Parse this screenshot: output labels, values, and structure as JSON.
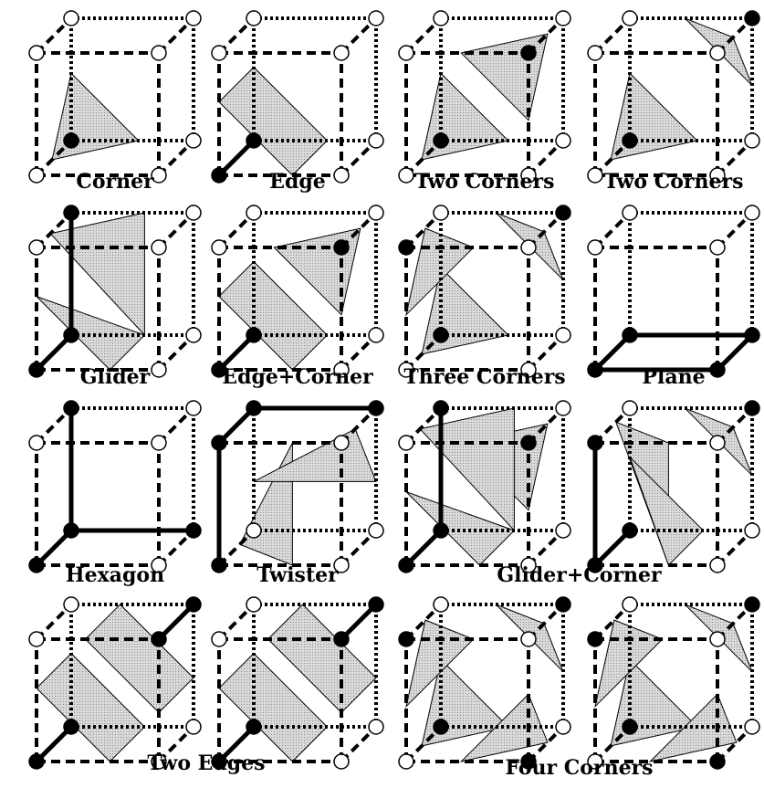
{
  "figure": {
    "colors": {
      "background": "#ffffff",
      "edge": "#000000",
      "patch_fill": "#c8c8c8",
      "vertex_filled": "#000000",
      "vertex_empty": "#ffffff"
    },
    "vertex_order": [
      "front-bottom-left",
      "front-bottom-right",
      "front-top-left",
      "front-top-right",
      "back-bottom-left",
      "back-bottom-right",
      "back-top-left",
      "back-top-right"
    ],
    "cases": [
      {
        "label": "Corner",
        "filled_vertices": [
          4
        ]
      },
      {
        "label": "Edge",
        "filled_vertices": [
          0,
          4
        ]
      },
      {
        "label": "Two Corners",
        "filled_vertices": [
          4,
          3
        ]
      },
      {
        "label": "Two Corners",
        "filled_vertices": [
          4,
          7
        ]
      },
      {
        "label": "Glider",
        "filled_vertices": [
          0,
          4,
          6
        ]
      },
      {
        "label": "Edge+Corner",
        "filled_vertices": [
          0,
          4,
          3
        ]
      },
      {
        "label": "Three Corners",
        "filled_vertices": [
          4,
          2,
          7
        ]
      },
      {
        "label": "Plane",
        "filled_vertices": [
          0,
          1,
          4,
          5
        ]
      },
      {
        "label": "Hexagon",
        "filled_vertices": [
          0,
          4,
          5,
          6
        ]
      },
      {
        "label": "Twister",
        "filled_vertices": [
          0,
          2,
          6,
          7
        ]
      },
      {
        "label": "",
        "filled_vertices": [
          0,
          4,
          6,
          3
        ]
      },
      {
        "label": "",
        "filled_vertices": [
          0,
          4,
          2,
          7
        ]
      },
      {
        "label": "",
        "filled_vertices": [
          0,
          4,
          3,
          7
        ]
      },
      {
        "label": "",
        "filled_vertices": [
          0,
          4,
          3,
          7
        ]
      },
      {
        "label": "",
        "filled_vertices": [
          4,
          1,
          2,
          7
        ]
      },
      {
        "label": "",
        "filled_vertices": [
          4,
          1,
          2,
          7
        ]
      }
    ],
    "wide_labels": [
      {
        "label": "Glider+Corner"
      },
      {
        "label": "Two Edges"
      },
      {
        "label": "Four Corners"
      }
    ]
  }
}
